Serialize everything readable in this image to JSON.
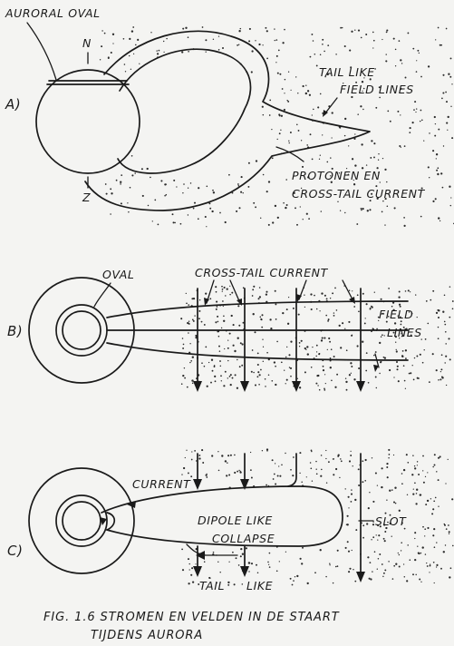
{
  "panel_a": {
    "tag": "A)",
    "auroral_oval": "AURORAL OVAL",
    "north": "N",
    "south": "Z",
    "tail_like_1": "TAIL LIKE",
    "tail_like_2": "FIELD LINES",
    "protonen_1": "PROTONEN EN",
    "protonen_2": "CROSS-TAIL CURRENT"
  },
  "panel_b": {
    "tag": "B)",
    "oval": "OVAL",
    "cross_tail": "CROSS-TAIL CURRENT",
    "field_1": "FIELD",
    "field_2": "LINES"
  },
  "panel_c": {
    "tag": "C)",
    "current": "CURRENT",
    "dipole_like": "DIPOLE LIKE",
    "collapse": "COLLAPSE",
    "slot": "SLOT",
    "tail_like": "TAIL",
    "like": "LIKE"
  },
  "caption": {
    "line1": "FIG. 1.6   STROMEN EN VELDEN IN DE STAART",
    "line2": "TIJDENS AURORA"
  }
}
